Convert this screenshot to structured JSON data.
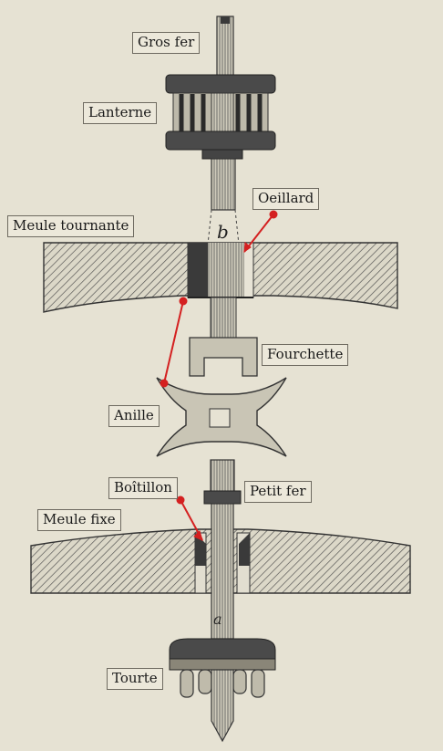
{
  "labels": {
    "gros_fer": "Gros fer",
    "lanterne": "Lanterne",
    "oeillard": "Oeillard",
    "meule_tournante": "Meule tournante",
    "fourchette": "Fourchette",
    "anille": "Anille",
    "boitillon": "Boîtillon",
    "petit_fer": "Petit fer",
    "meule_fixe": "Meule fixe",
    "tourte": "Tourte"
  },
  "engraving_letters": {
    "b": "b",
    "a": "a"
  },
  "colors": {
    "background": "#e6e2d3",
    "ink": "#2a2a2a",
    "pointer": "#d42020",
    "label_fill": "#ece8da",
    "label_border": "#6e6a60"
  }
}
